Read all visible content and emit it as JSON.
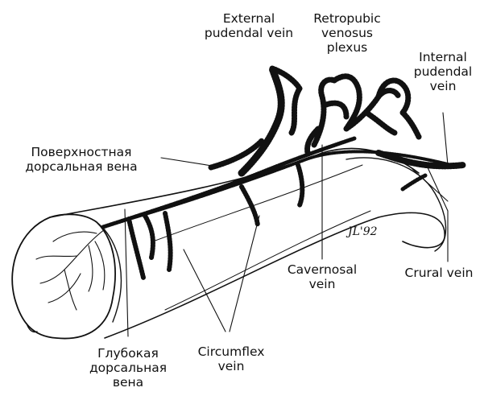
{
  "labels": {
    "external_pudendal": [
      "External",
      "pudendal vein"
    ],
    "retropubic": [
      "Retropubic",
      "venosus",
      "plexus"
    ],
    "internal_pudendal": [
      "Internal",
      "pudendal",
      "vein"
    ],
    "superficial_dorsal": [
      "Поверхностная",
      "дорсальная вена"
    ],
    "cavernosal": [
      "Cavernosal",
      "vein"
    ],
    "crural": [
      "Crural vein"
    ],
    "deep_dorsal": [
      "Глубокая",
      "дорсальная",
      "вена"
    ],
    "circumflex": [
      "Circumflex",
      "vein"
    ]
  },
  "signature": "JL'92",
  "colors": {
    "ink": "#111111",
    "background": "#ffffff"
  }
}
